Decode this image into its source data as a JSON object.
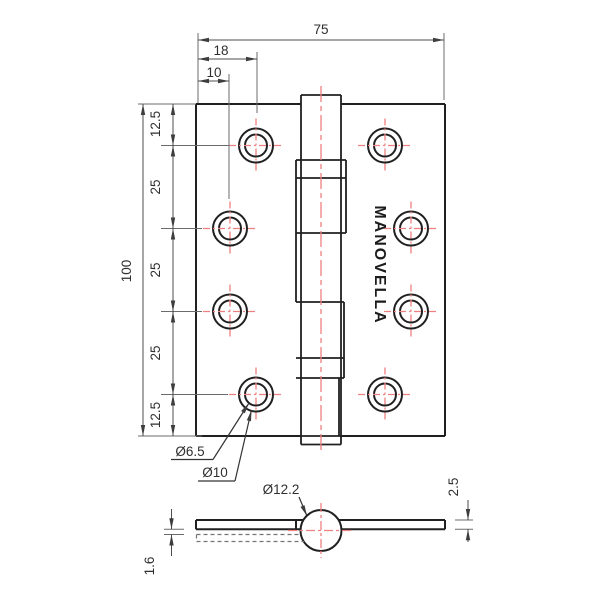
{
  "title": "hinge-technical-drawing",
  "brand_label": "MANOVELLA",
  "dims": {
    "total_width": "75",
    "hole_offset_outer": "18",
    "hole_offset_inner": "10",
    "total_height": "100",
    "v_chain": [
      "12.5",
      "25",
      "25",
      "25",
      "12.5"
    ],
    "screw_hole_inner": "Ø6.5",
    "screw_hole_outer": "Ø10",
    "knuckle_dia": "Ø12.2",
    "leaf_thickness": "2.5",
    "plate_thickness": "1.6"
  },
  "colors": {
    "outline": "#202020",
    "dimension": "#4d4d4d",
    "centerline_red": "#ef8080"
  }
}
